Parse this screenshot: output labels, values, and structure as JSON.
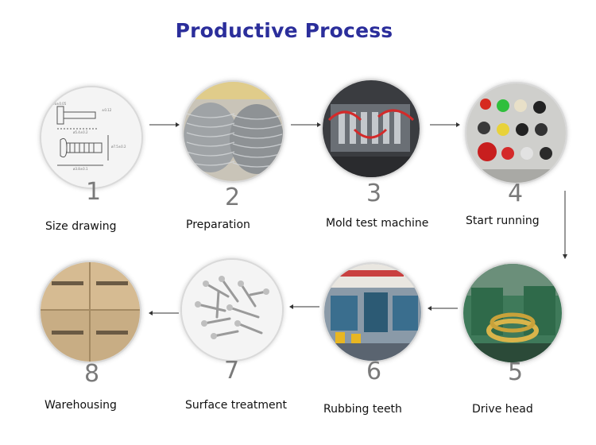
{
  "title": "Productive Process",
  "steps": [
    {
      "number": "1",
      "label": "Size drawing"
    },
    {
      "number": "2",
      "label": "Preparation"
    },
    {
      "number": "3",
      "label": "Mold test machine"
    },
    {
      "number": "4",
      "label": "Start running"
    },
    {
      "number": "5",
      "label": "Drive head"
    },
    {
      "number": "6",
      "label": "Rubbing teeth"
    },
    {
      "number": "7",
      "label": "Surface treatment"
    },
    {
      "number": "8",
      "label": "Warehousing"
    }
  ],
  "colors": {
    "title": "#2b2e9b",
    "number": "#7a7a7a",
    "arrow": "#333333"
  }
}
